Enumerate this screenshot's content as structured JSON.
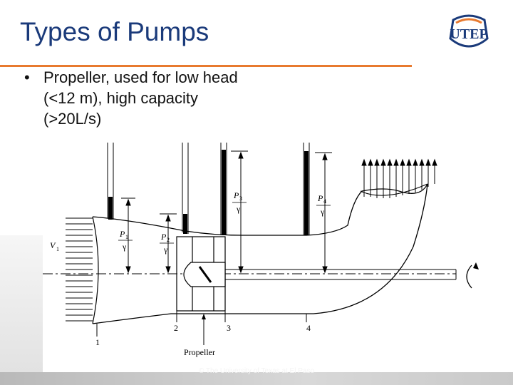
{
  "slide": {
    "title": "Types of Pumps",
    "bullet_char": "•",
    "bullet_text": "Propeller, used for low head (<12 m), high capacity (>20L/s)",
    "footer": "© The University of Texas at El Paso",
    "logo_text": "UTEP"
  },
  "diagram": {
    "v_label": "V",
    "v_sub": "1",
    "p_label": "P",
    "gamma": "γ",
    "pressure_subs": [
      "1",
      "2",
      "3",
      "4"
    ],
    "station_labels": [
      "1",
      "2",
      "3",
      "4"
    ],
    "propeller_label": "Propeller"
  },
  "colors": {
    "title": "#1a3a7a",
    "accent_rule": "#e87a2f",
    "logo_blue": "#1a3a7a",
    "logo_orange": "#e87a2f"
  }
}
